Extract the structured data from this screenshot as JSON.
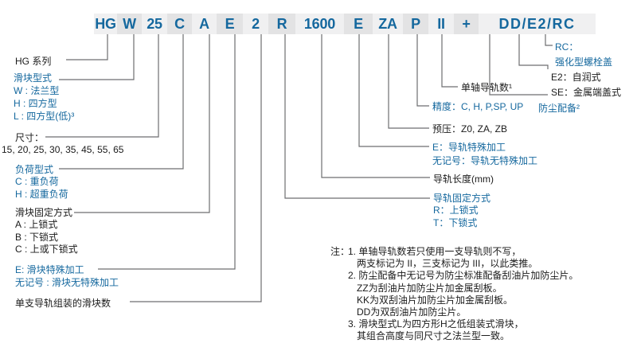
{
  "colors": {
    "accent_blue": "#15689e",
    "text_black": "#1b1b1b",
    "line_gray": "#6d6e70",
    "segment_bg_light": "#f0f0f1",
    "segment_bg_dark": "#e3e3e4"
  },
  "code": {
    "segments": [
      "HG",
      "W",
      "25",
      "C",
      "A",
      "E",
      "2",
      "R",
      "1600",
      "E",
      "ZA",
      "P",
      "II",
      "+",
      "DD/E2/RC"
    ]
  },
  "left": {
    "series": {
      "title": "HG 系列"
    },
    "block_type": {
      "title": "滑块型式",
      "items": [
        "W : 法兰型",
        "H : 四方型",
        "L : 四方型(低)³"
      ]
    },
    "size": {
      "title": "尺寸：",
      "items": [
        "15, 20, 25, 30, 35, 45, 55, 65"
      ]
    },
    "load_type": {
      "title": "负荷型式",
      "items": [
        "C : 重负荷",
        "H : 超重负荷"
      ]
    },
    "block_mount": {
      "title": "滑块固定方式",
      "items": [
        "A : 上锁式",
        "B : 下锁式",
        "C : 上或下锁式"
      ]
    },
    "block_special": {
      "title": "E: 滑块特殊加工",
      "items": [
        "无记号 : 滑块无特殊加工"
      ]
    },
    "blocks_per_rail": {
      "title": "单支导轨组装的滑块数"
    }
  },
  "right": {
    "rc": {
      "lines": [
        "RC：",
        "强化型螺栓盖"
      ]
    },
    "e2_se": {
      "lines": [
        "E2：自润式",
        "SE：金属端盖式"
      ]
    },
    "dust": {
      "title": "防尘配备²"
    },
    "rails_per_axis": {
      "title": "单轴导轨数¹"
    },
    "precision": {
      "title": "精度：C, H, P,SP, UP"
    },
    "preload": {
      "title": "预压：Z0, ZA, ZB"
    },
    "rail_special": {
      "lines": [
        "E：导轨特殊加工",
        "无记号：导轨无特殊加工"
      ]
    },
    "rail_length": {
      "title": "导轨长度(mm)"
    },
    "rail_mount": {
      "lines": [
        "导轨固定方式",
        "R：上锁式",
        "T：下锁式"
      ]
    }
  },
  "notes": {
    "label": "注：",
    "lines": [
      "1. 单轴导轨数若只使用一支导轨则不写，",
      "两支标记为 II，三支标记为 III，以此类推。",
      "2. 防尘配备中无记号为防尘标准配备刮油片加防尘片。",
      "ZZ为刮油片加防尘片加金属刮板。",
      "KK为双刮油片加防尘片加金属刮板。",
      "DD为双刮油片加防尘片。",
      "3. 滑块型式L为四方形H之低组装式滑块，",
      "其组合高度与同尺寸之法兰型一致。"
    ]
  }
}
